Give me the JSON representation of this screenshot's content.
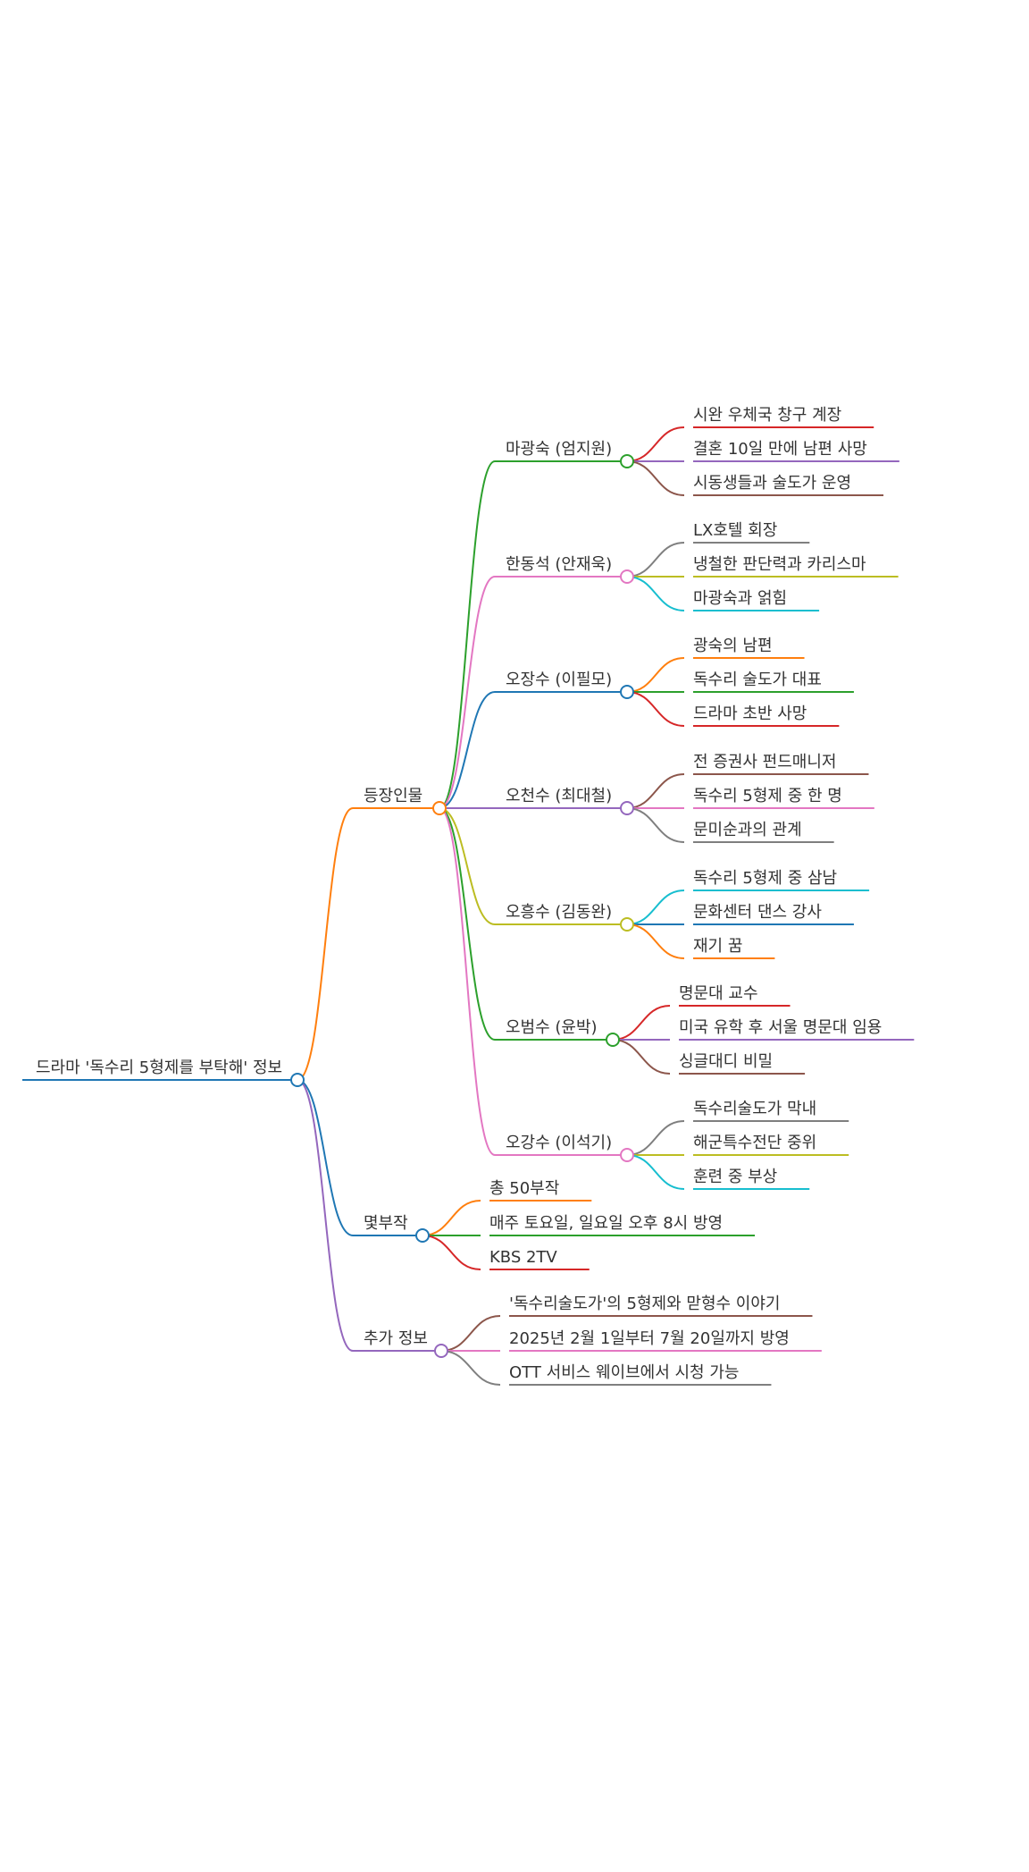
{
  "root": {
    "label": "드라마 '독수리 5형제를 부탁해' 정보",
    "color": "#1f77b4"
  },
  "branches": [
    {
      "label": "등장인물",
      "color": "#ff7f0e",
      "children": [
        {
          "label": "마광숙 (엄지원)",
          "color": "#2ca02c",
          "children": [
            {
              "label": "시완 우체국 창구 계장",
              "color": "#d62728"
            },
            {
              "label": "결혼 10일 만에 남편 사망",
              "color": "#9467bd"
            },
            {
              "label": "시동생들과 술도가 운영",
              "color": "#8c564b"
            }
          ]
        },
        {
          "label": "한동석 (안재욱)",
          "color": "#e377c2",
          "children": [
            {
              "label": "LX호텔 회장",
              "color": "#7f7f7f"
            },
            {
              "label": "냉철한 판단력과 카리스마",
              "color": "#bcbd22"
            },
            {
              "label": "마광숙과 얽힘",
              "color": "#17becf"
            }
          ]
        },
        {
          "label": "오장수 (이필모)",
          "color": "#1f77b4",
          "children": [
            {
              "label": "광숙의 남편",
              "color": "#ff7f0e"
            },
            {
              "label": "독수리 술도가 대표",
              "color": "#2ca02c"
            },
            {
              "label": "드라마 초반 사망",
              "color": "#d62728"
            }
          ]
        },
        {
          "label": "오천수 (최대철)",
          "color": "#9467bd",
          "children": [
            {
              "label": "전 증권사 펀드매니저",
              "color": "#8c564b"
            },
            {
              "label": "독수리 5형제 중 한 명",
              "color": "#e377c2"
            },
            {
              "label": "문미순과의 관계",
              "color": "#7f7f7f"
            }
          ]
        },
        {
          "label": "오흥수 (김동완)",
          "color": "#bcbd22",
          "children": [
            {
              "label": "독수리 5형제 중 삼남",
              "color": "#17becf"
            },
            {
              "label": "문화센터 댄스 강사",
              "color": "#1f77b4"
            },
            {
              "label": "재기 꿈",
              "color": "#ff7f0e"
            }
          ]
        },
        {
          "label": "오범수 (윤박)",
          "color": "#2ca02c",
          "children": [
            {
              "label": "명문대 교수",
              "color": "#d62728"
            },
            {
              "label": "미국 유학 후 서울 명문대 임용",
              "color": "#9467bd"
            },
            {
              "label": "싱글대디 비밀",
              "color": "#8c564b"
            }
          ]
        },
        {
          "label": "오강수 (이석기)",
          "color": "#e377c2",
          "children": [
            {
              "label": "독수리술도가 막내",
              "color": "#7f7f7f"
            },
            {
              "label": "해군특수전단 중위",
              "color": "#bcbd22"
            },
            {
              "label": "훈련 중 부상",
              "color": "#17becf"
            }
          ]
        }
      ]
    },
    {
      "label": "몇부작",
      "color": "#1f77b4",
      "children": [
        {
          "label": "총 50부작",
          "color": "#ff7f0e"
        },
        {
          "label": "매주 토요일, 일요일 오후 8시 방영",
          "color": "#2ca02c"
        },
        {
          "label": "KBS 2TV",
          "color": "#d62728"
        }
      ]
    },
    {
      "label": "추가 정보",
      "color": "#9467bd",
      "children": [
        {
          "label": "'독수리술도가'의 5형제와 맏형수 이야기",
          "color": "#8c564b"
        },
        {
          "label": "2025년 2월 1일부터 7월 20일까지 방영",
          "color": "#e377c2"
        },
        {
          "label": "OTT 서비스 웨이브에서 시청 가능",
          "color": "#7f7f7f"
        }
      ]
    }
  ]
}
